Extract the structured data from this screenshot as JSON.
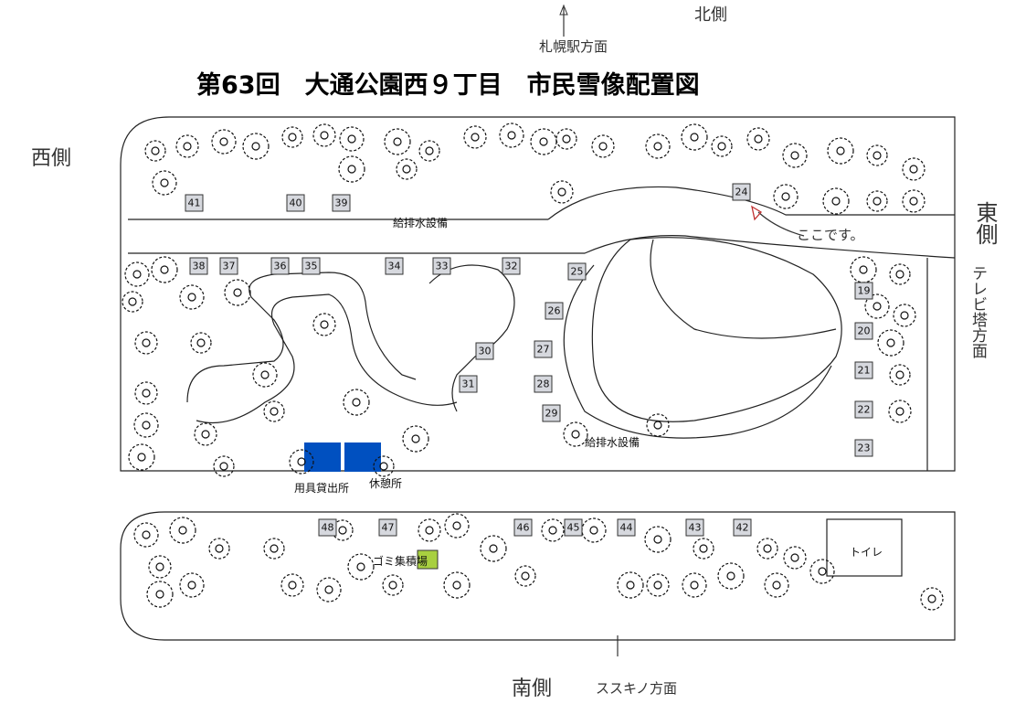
{
  "title": "第63回　大通公園西９丁目　市民雪像配置図",
  "compass": {
    "north": "北側",
    "north_direction": "札幌駅方面",
    "west": "西側",
    "east": "東側",
    "east_direction": "テレビ塔方面",
    "south": "南側",
    "south_direction": "ススキノ方面"
  },
  "labels": {
    "drainage_top": "給排水設備",
    "drainage_bottom": "給排水設備",
    "equipment_rental": "用具貸出所",
    "rest_area": "休憩所",
    "garbage": "ゴミ集積場",
    "toilet": "トイレ",
    "here_note": "ここです。"
  },
  "lots": [
    {
      "num": "41"
    },
    {
      "num": "40"
    },
    {
      "num": "39"
    },
    {
      "num": "24",
      "highlight": true
    },
    {
      "num": "38"
    },
    {
      "num": "37"
    },
    {
      "num": "36"
    },
    {
      "num": "35"
    },
    {
      "num": "34"
    },
    {
      "num": "33"
    },
    {
      "num": "32"
    },
    {
      "num": "25"
    },
    {
      "num": "26"
    },
    {
      "num": "27"
    },
    {
      "num": "28"
    },
    {
      "num": "29"
    },
    {
      "num": "30"
    },
    {
      "num": "31"
    },
    {
      "num": "19"
    },
    {
      "num": "20"
    },
    {
      "num": "21"
    },
    {
      "num": "22"
    },
    {
      "num": "23"
    },
    {
      "num": "48"
    },
    {
      "num": "47"
    },
    {
      "num": "46"
    },
    {
      "num": "45"
    },
    {
      "num": "44"
    },
    {
      "num": "43"
    },
    {
      "num": "42"
    }
  ],
  "colors": {
    "highlight_lot": "#f08080",
    "rental_building": "#0050c0",
    "garbage_area": "#a8d040",
    "lot_box": "#d6d8de"
  }
}
